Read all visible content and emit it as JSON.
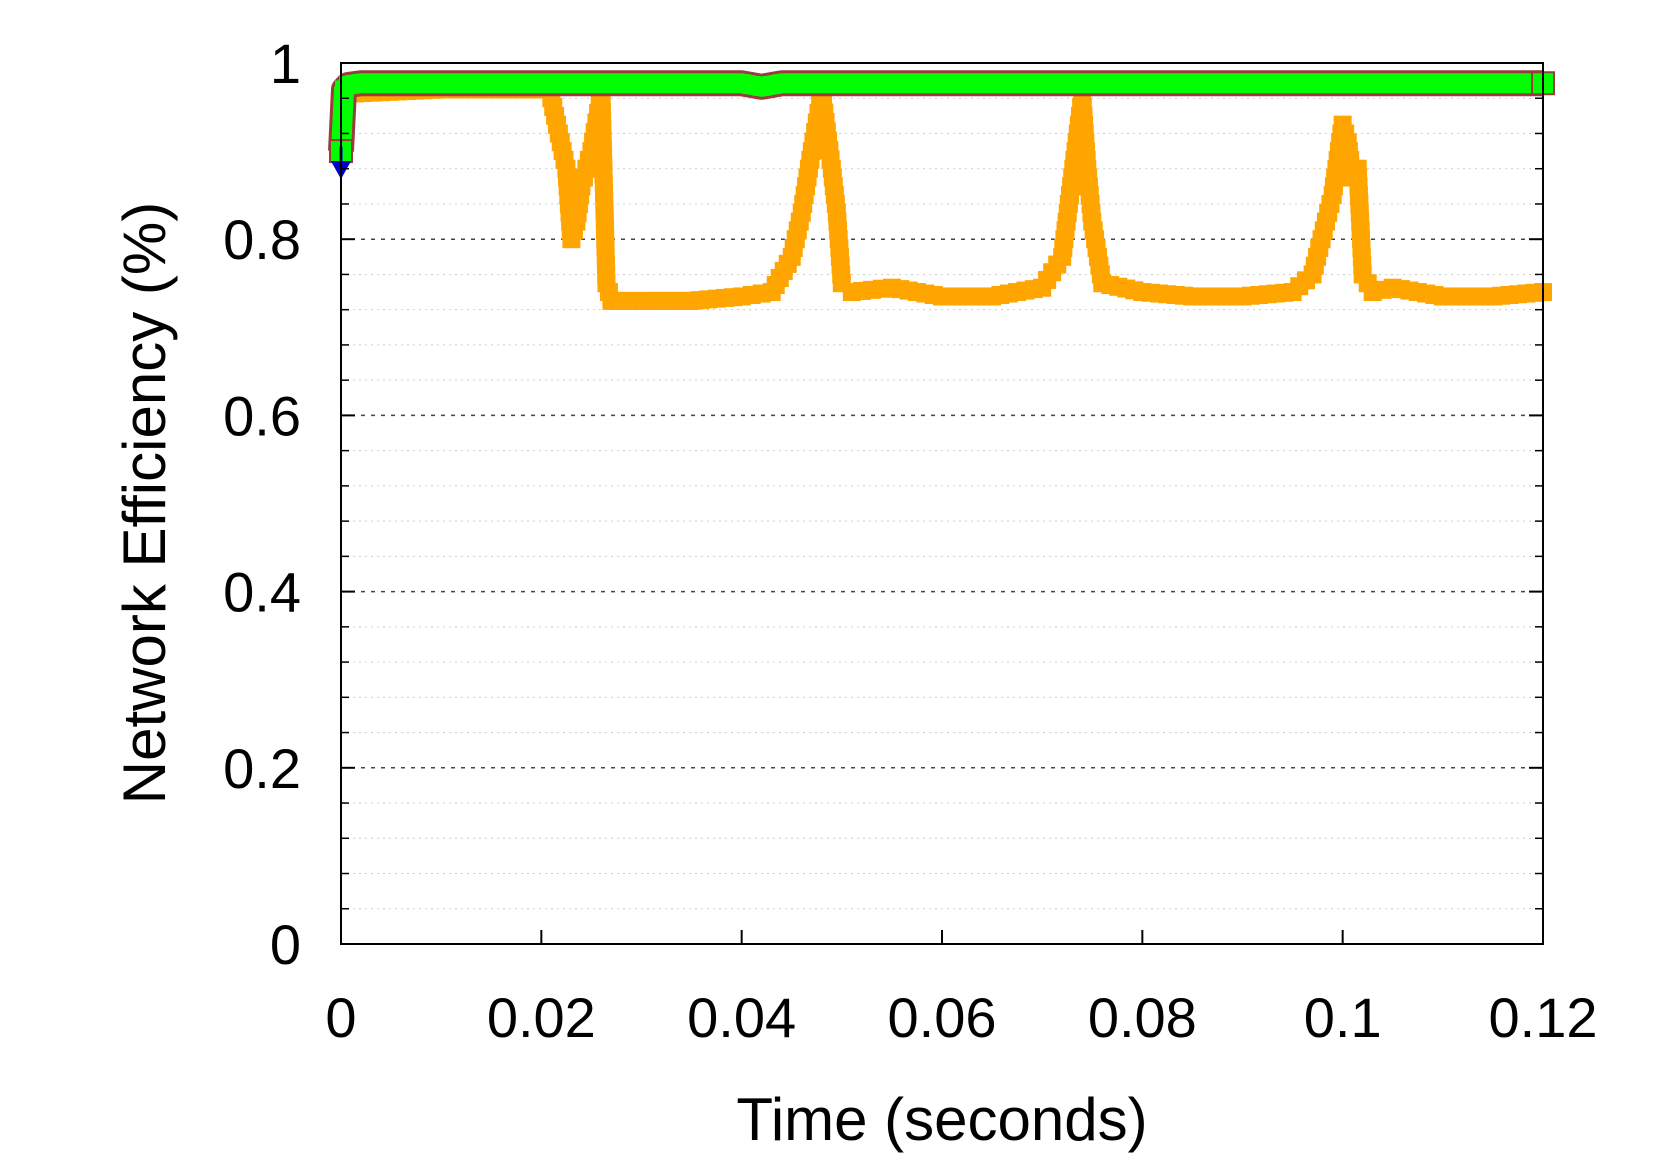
{
  "chart_data": {
    "type": "line",
    "title": "",
    "xlabel": "Time (seconds)",
    "ylabel": "Network Efficiency (%)",
    "xlim": [
      0,
      0.12
    ],
    "ylim": [
      0,
      1
    ],
    "xticks": [
      "0",
      "0.02",
      "0.04",
      "0.06",
      "0.08",
      "0.1",
      "0.12"
    ],
    "yticks": [
      "0",
      "0.2",
      "0.4",
      "0.6",
      "0.8",
      "1"
    ],
    "grid": "horizontal dashed at major ticks, dotted at minor ticks",
    "legend": "none",
    "series": [
      {
        "color": "#ffa500",
        "marker": "square",
        "x": [
          0,
          0.0005,
          0.01,
          0.02,
          0.021,
          0.0225,
          0.023,
          0.0235,
          0.024,
          0.025,
          0.026,
          0.0265,
          0.027,
          0.03,
          0.035,
          0.04,
          0.043,
          0.045,
          0.046,
          0.047,
          0.048,
          0.049,
          0.0495,
          0.05,
          0.051,
          0.055,
          0.06,
          0.065,
          0.07,
          0.072,
          0.073,
          0.074,
          0.0745,
          0.075,
          0.076,
          0.08,
          0.085,
          0.09,
          0.095,
          0.097,
          0.099,
          0.1,
          0.1005,
          0.101,
          0.1015,
          0.102,
          0.103,
          0.105,
          0.11,
          0.115,
          0.12
        ],
        "y": [
          0.9,
          0.965,
          0.97,
          0.97,
          0.96,
          0.88,
          0.8,
          0.82,
          0.86,
          0.9,
          0.965,
          0.75,
          0.73,
          0.73,
          0.73,
          0.735,
          0.74,
          0.78,
          0.83,
          0.9,
          0.965,
          0.88,
          0.83,
          0.75,
          0.74,
          0.745,
          0.735,
          0.735,
          0.745,
          0.78,
          0.87,
          0.96,
          0.88,
          0.82,
          0.75,
          0.74,
          0.735,
          0.735,
          0.74,
          0.76,
          0.85,
          0.93,
          0.91,
          0.87,
          0.88,
          0.76,
          0.74,
          0.745,
          0.735,
          0.735,
          0.74
        ]
      },
      {
        "color": "#00ff00",
        "marker": "square",
        "x": [
          0,
          0.0003,
          0.0007,
          0.002,
          0.01,
          0.02,
          0.03,
          0.04,
          0.042,
          0.044,
          0.05,
          0.06,
          0.07,
          0.08,
          0.09,
          0.1,
          0.11,
          0.12
        ],
        "y": [
          0.9,
          0.97,
          0.975,
          0.977,
          0.977,
          0.977,
          0.977,
          0.977,
          0.973,
          0.977,
          0.977,
          0.977,
          0.977,
          0.977,
          0.977,
          0.977,
          0.977,
          0.977
        ]
      },
      {
        "color": "#0000cc",
        "marker": "triangle-down",
        "x": [
          0
        ],
        "y": [
          0.875
        ]
      }
    ]
  }
}
